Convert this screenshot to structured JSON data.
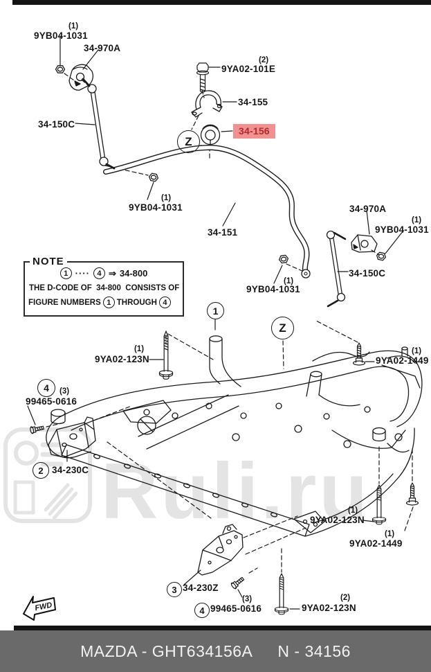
{
  "page": {
    "type": "parts-catalog-diagram",
    "background": "#ffffff"
  },
  "colors": {
    "line": "#1a1a1a",
    "highlight_bg": "#f19191",
    "highlight_text": "#ad2b2b",
    "footer_bar": "#6a6a6a",
    "footer_text": "#f2f2f2",
    "watermark": "#e4e4e4"
  },
  "figures": {
    "one": "1",
    "two": "2",
    "three": "3",
    "four": "4",
    "z": "Z"
  },
  "callouts": {
    "c1": {
      "qty": "(1)",
      "part": "9YB04-1031"
    },
    "c2": {
      "part": "34-970A"
    },
    "c3": {
      "qty": "(2)",
      "part": "9YA02-101E"
    },
    "c4": {
      "part": "34-155"
    },
    "c5": {
      "part": "34-156",
      "highlighted": true
    },
    "c6": {
      "part": "34-150C"
    },
    "c7": {
      "qty": "(1)",
      "part": "9YB04-1031"
    },
    "c8": {
      "part": "34-151"
    },
    "c9": {
      "part": "34-970A"
    },
    "c10": {
      "qty": "(1)",
      "part": "9YB04-1031"
    },
    "c11": {
      "part": "34-150C"
    },
    "c12": {
      "qty": "(1)",
      "part": "9YB04-1031"
    },
    "c13": {
      "qty": "(1)",
      "part": "9YA02-123N"
    },
    "c14": {
      "qty": "(1)",
      "part": "9YA02-1449"
    },
    "c15": {
      "qty": "(3)",
      "part": "99465-0616",
      "figure": "4"
    },
    "c16": {
      "part": "34-230C",
      "figure": "2"
    },
    "c17": {
      "qty": "(1)",
      "part": "9YA02-123N"
    },
    "c18": {
      "qty": "(1)",
      "part": "9YA02-1449"
    },
    "c19": {
      "part": "34-230Z",
      "figure": "3"
    },
    "c20": {
      "qty": "(3)",
      "part": "99465-0616",
      "figure": "4"
    },
    "c21": {
      "qty": "(2)",
      "part": "9YA02-123N"
    }
  },
  "note": {
    "title": "NOTE",
    "from": "1",
    "dots": "····",
    "to": "4",
    "arrow": "⇒",
    "code": "34-800",
    "line2": "THE D-CODE OF  34-800  CONSISTS OF",
    "line3a": "FIGURE NUMBERS",
    "line3b": "THROUGH",
    "n1": "1",
    "n4": "4"
  },
  "fwd": {
    "label": "FWD"
  },
  "watermark": {
    "text": "Ruli.ru"
  },
  "footer": {
    "brand_code": "MAZDA - GHT634156A",
    "part_number": "N - 34156"
  }
}
